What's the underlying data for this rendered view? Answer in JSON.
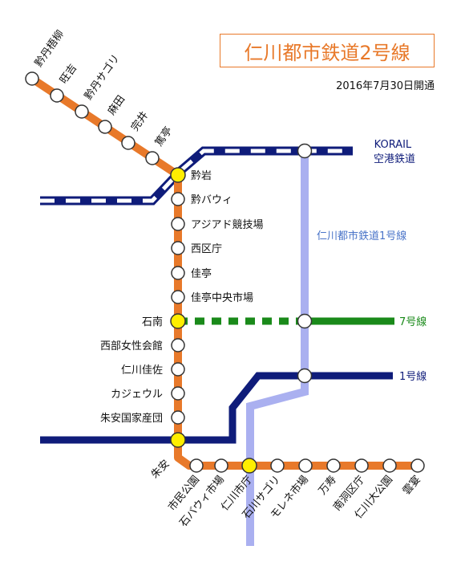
{
  "title": "仁川都市鉄道2号線",
  "opened": "2016年7月30日開通",
  "colors": {
    "line2": "#e8792a",
    "korail": "#0f1c7a",
    "line1": "#aab0f0",
    "line7": "#1a8a1a",
    "transfer": "#ffee00",
    "line1_label": "#4a74c8",
    "line7_label": "#1a8a1a",
    "line1_ext": "#0f1c7a"
  },
  "connecting_lines": {
    "korail": "KORAIL\n空港鉄道",
    "incheon1": "仁川都市鉄道1号線",
    "line7": "7号線",
    "line1": "1号線"
  },
  "stations": {
    "diagonal": [
      "黔丹梧柳",
      "旺吉",
      "黔丹サゴリ",
      "麻田",
      "完井",
      "篤亭"
    ],
    "vertical": [
      "黔岩",
      "黔バウィ",
      "アジアド競技場",
      "西区庁",
      "佳亭",
      "佳亭中央市場",
      "石南",
      "西部女性会館",
      "仁川佳佐",
      "カジェウル",
      "朱安国家産団",
      "朱安"
    ],
    "bottom": [
      "市民公園",
      "石バウィ市場",
      "仁川市庁",
      "石川サゴリ",
      "モレネ市場",
      "万寿",
      "南洞区庁",
      "仁川大公園",
      "雲宴"
    ]
  }
}
